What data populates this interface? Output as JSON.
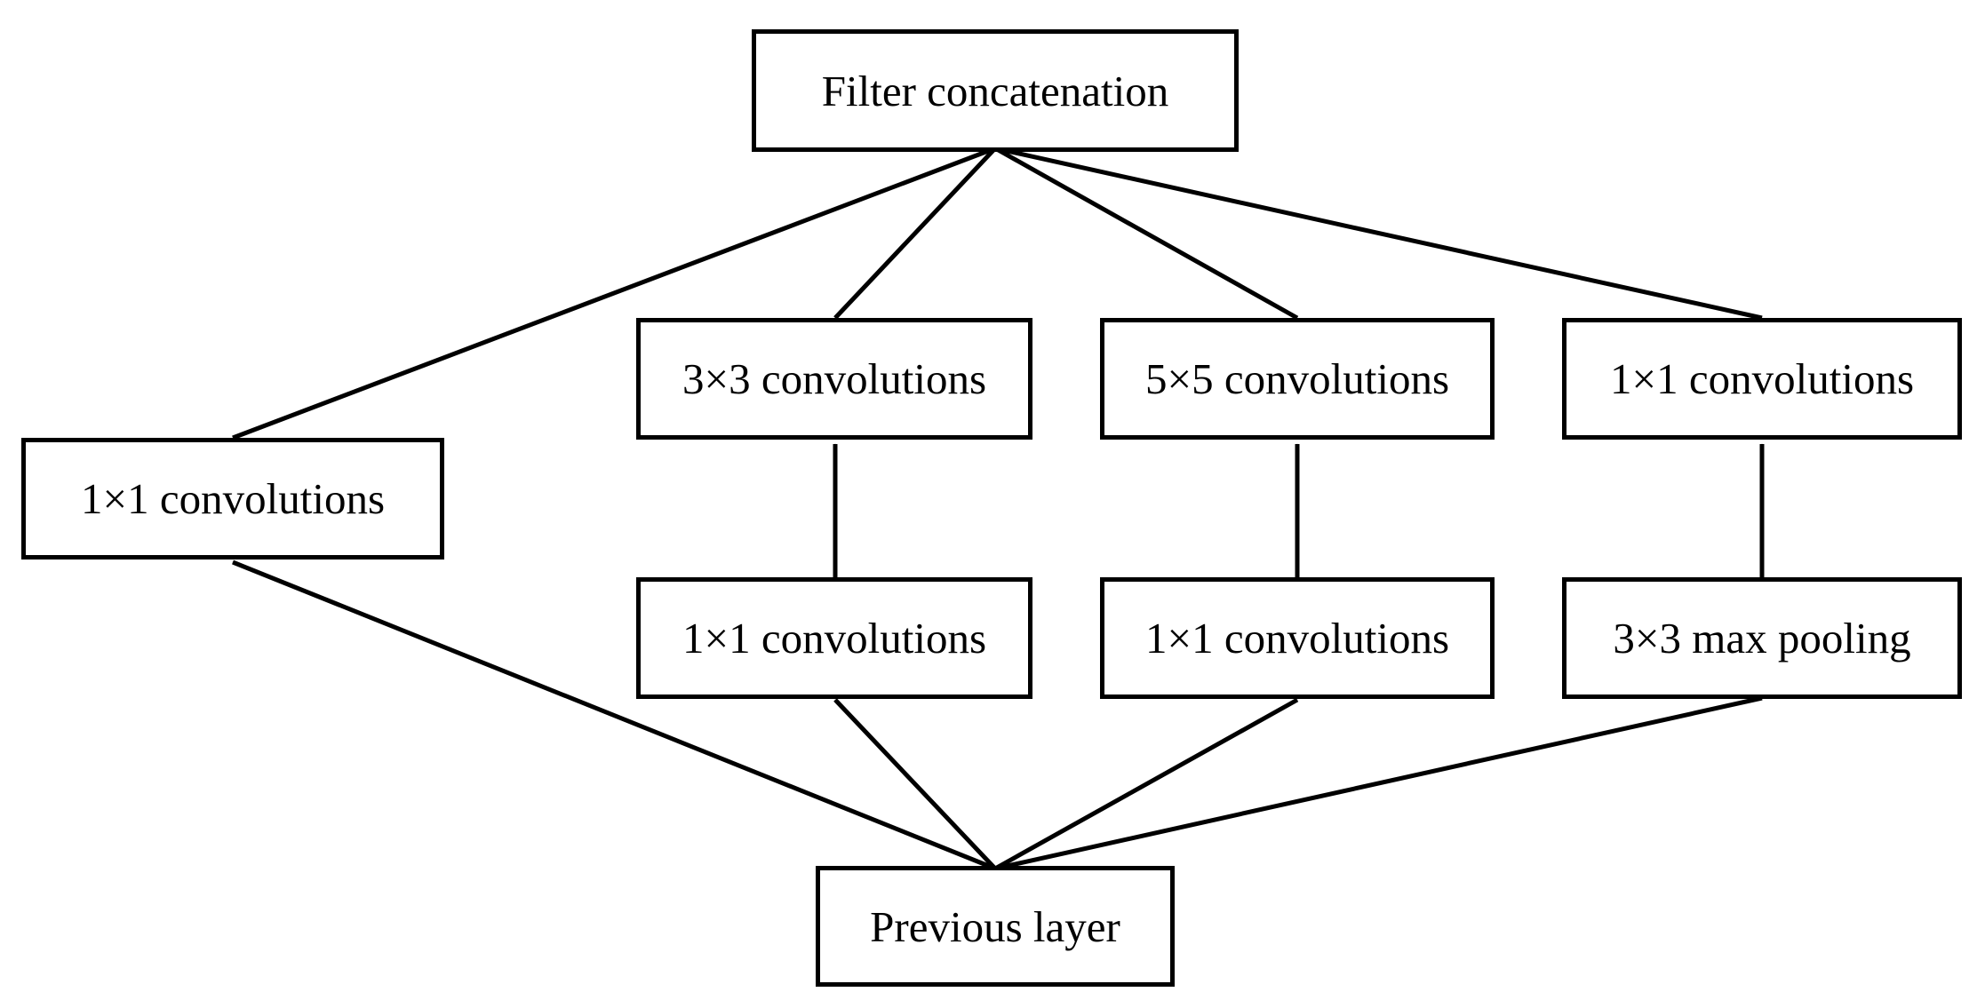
{
  "nodes": {
    "filter_concat": "Filter concatenation",
    "conv1x1_left": "1×1 convolutions",
    "conv3x3": "3×3 convolutions",
    "conv5x5": "5×5 convolutions",
    "conv1x1_right": "1×1 convolutions",
    "reduce1x1_a": "1×1 convolutions",
    "reduce1x1_b": "1×1 convolutions",
    "maxpool3x3": "3×3 max pooling",
    "previous_layer": "Previous layer"
  },
  "colors": {
    "stroke": "#000000",
    "background": "#ffffff"
  }
}
